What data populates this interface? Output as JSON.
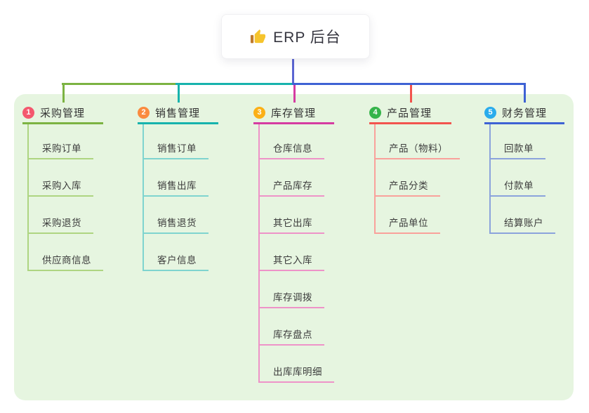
{
  "canvas": {
    "background": "#ffffff",
    "panel_background": "#e6f5e0"
  },
  "root": {
    "label": "ERP 后台",
    "icon": "thumbs-up-icon",
    "icon_color": "#f6c42c",
    "line_color": "#5b65d2"
  },
  "branches": [
    {
      "number": "1",
      "label": "采购管理",
      "badge_color": "#f4586e",
      "line_color": "#7cb342",
      "child_line_color": "#aed581",
      "children": [
        "采购订单",
        "采购入库",
        "采购退货",
        "供应商信息"
      ]
    },
    {
      "number": "2",
      "label": "销售管理",
      "badge_color": "#fa8b3f",
      "line_color": "#17b3ad",
      "child_line_color": "#7fd4cf",
      "children": [
        "销售订单",
        "销售出库",
        "销售退货",
        "客户信息"
      ]
    },
    {
      "number": "3",
      "label": "库存管理",
      "badge_color": "#fbb017",
      "line_color": "#d53ca2",
      "child_line_color": "#ee93c8",
      "children": [
        "仓库信息",
        "产品库存",
        "其它出库",
        "其它入库",
        "库存调拨",
        "库存盘点",
        "出库库明细"
      ]
    },
    {
      "number": "4",
      "label": "产品管理",
      "badge_color": "#35b44a",
      "line_color": "#f2544e",
      "child_line_color": "#f9a19b",
      "children": [
        "产品（物料）",
        "产品分类",
        "产品单位"
      ]
    },
    {
      "number": "5",
      "label": "财务管理",
      "badge_color": "#2aacec",
      "line_color": "#3e62d4",
      "child_line_color": "#8ba3dc",
      "children": [
        "回款单",
        "付款单",
        "结算账户"
      ]
    }
  ]
}
